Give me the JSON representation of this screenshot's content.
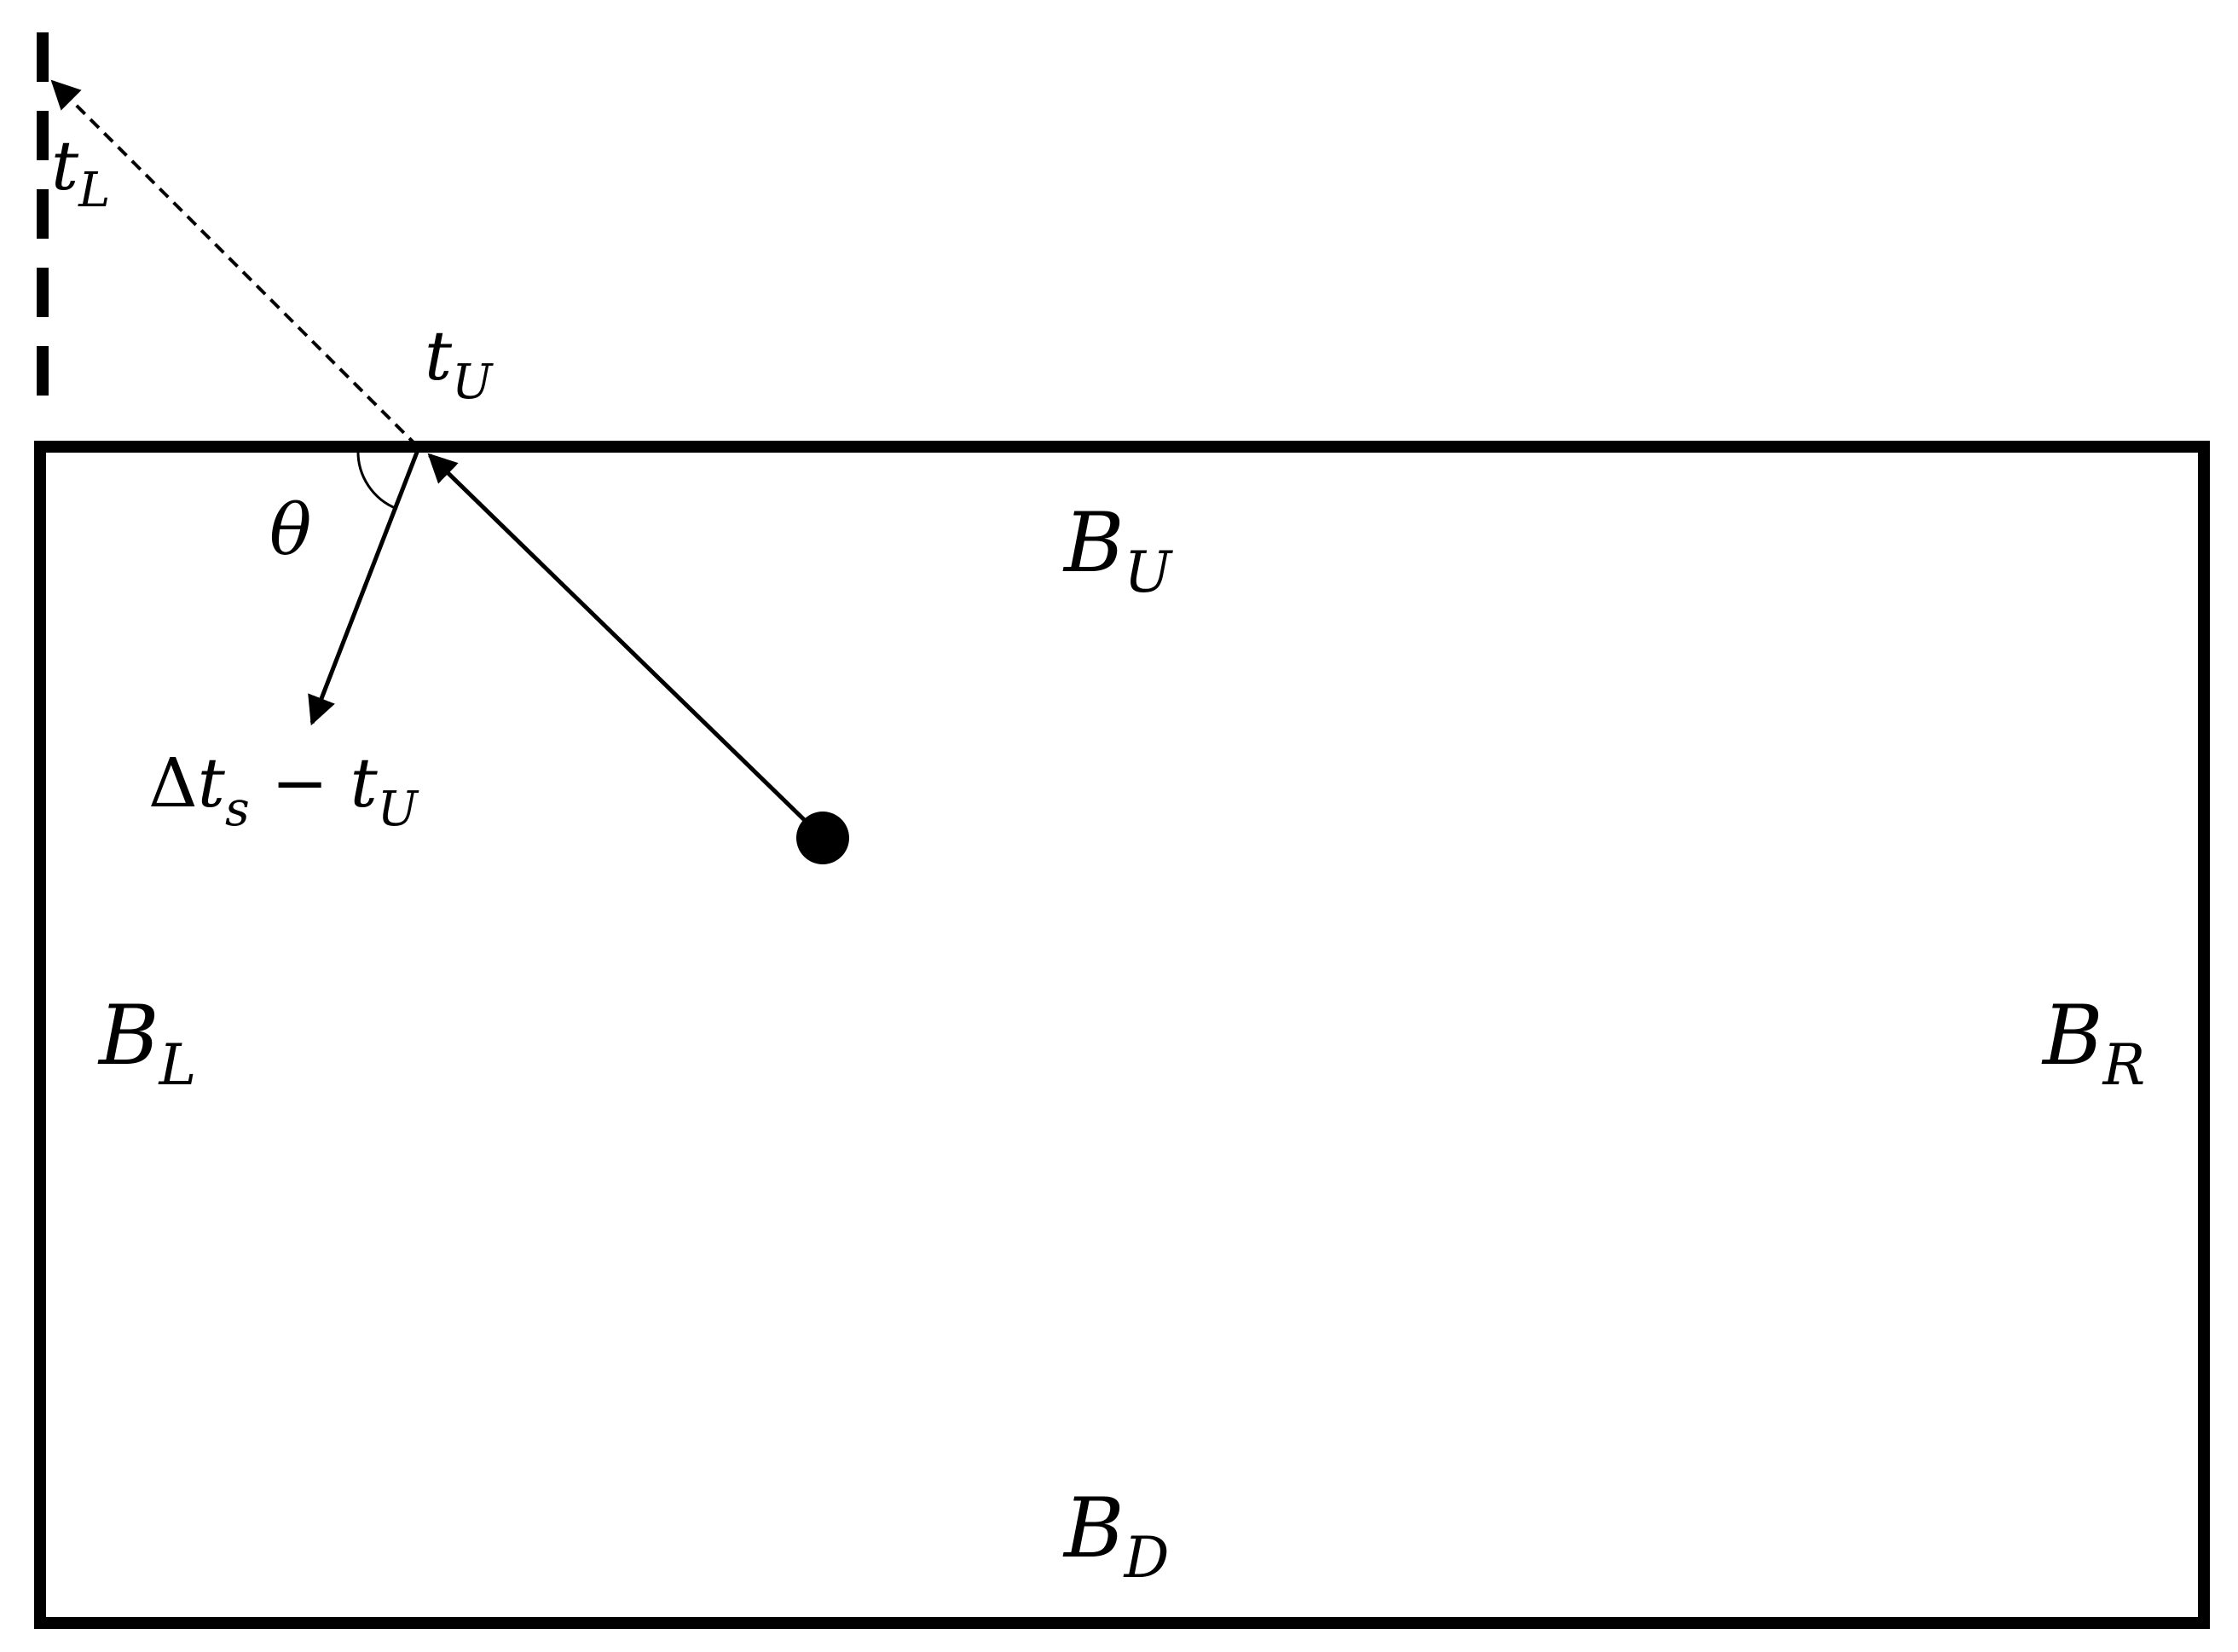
{
  "labels": {
    "t_L": {
      "base": "t",
      "sub": "L"
    },
    "t_U": {
      "base": "t",
      "sub": "U"
    },
    "theta": {
      "symbol": "θ"
    },
    "step_expr": {
      "delta": "Δ",
      "base": "t",
      "sub_s": "s",
      "minus": " − ",
      "base2": "t",
      "sub_U": "U"
    },
    "B_U": {
      "base": "B",
      "sub": "U"
    },
    "B_L": {
      "base": "B",
      "sub": "L"
    },
    "B_R": {
      "base": "B",
      "sub": "R"
    },
    "B_D": {
      "base": "B",
      "sub": "D"
    }
  },
  "colors": {
    "stroke": "#000000",
    "background": "#ffffff"
  }
}
